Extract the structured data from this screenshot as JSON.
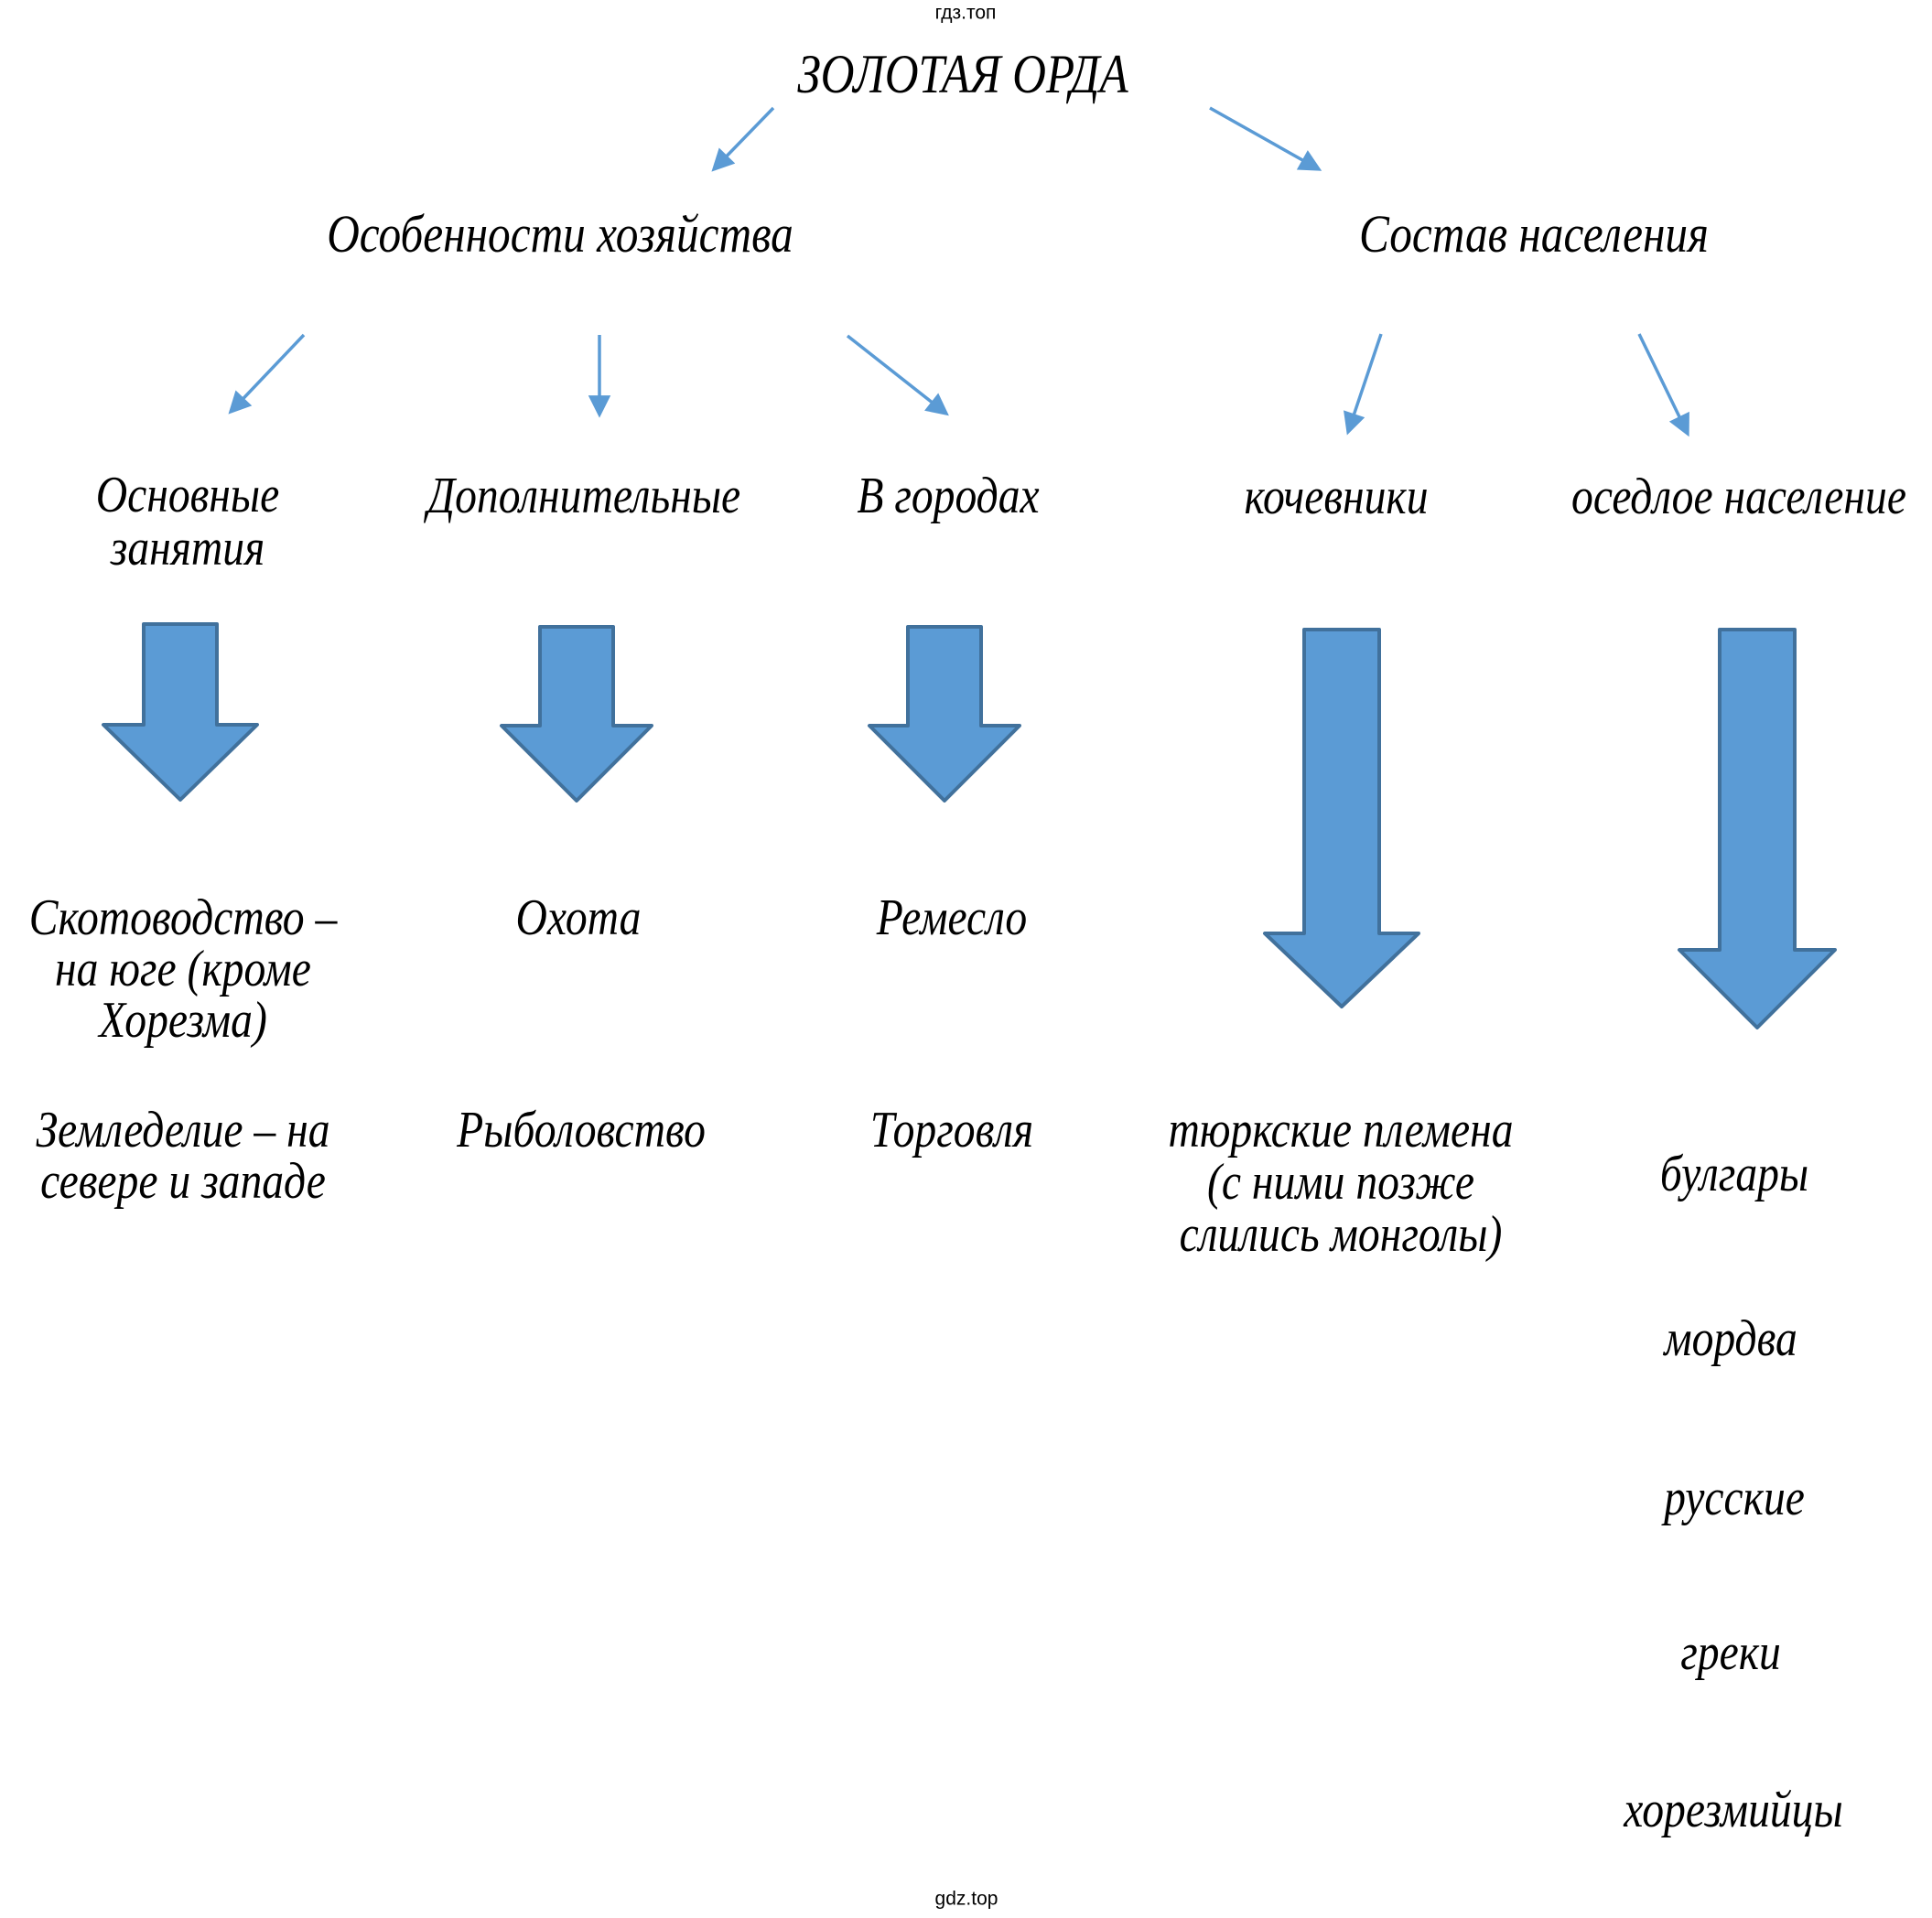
{
  "site": {
    "header": "гдз.топ",
    "footer": "gdz.top"
  },
  "colors": {
    "arrow_fill": "#5b9bd5",
    "arrow_border": "#41719c",
    "connector": "#5b9bd5",
    "text": "#000000",
    "background": "#ffffff"
  },
  "diagram": {
    "title": "ЗОЛОТАЯ ОРДА",
    "branches": {
      "economy": {
        "label": "Особенности хозяйства",
        "children": {
          "main_occupations": {
            "label_lines": [
              "Основные",
              "занятия"
            ],
            "results": {
              "cattle": {
                "lines": [
                  "Скотоводство –",
                  "на юге (кроме",
                  "Хорезма)"
                ]
              },
              "farming": {
                "lines": [
                  "Земледелие – на",
                  "севере и западе"
                ]
              }
            }
          },
          "additional": {
            "label": "Дополнительные",
            "results": {
              "hunting": "Охота",
              "fishing": "Рыболовство"
            }
          },
          "in_cities": {
            "label": "В городах",
            "results": {
              "crafts": "Ремесло",
              "trade": "Торговля"
            }
          }
        }
      },
      "population": {
        "label": "Состав населения",
        "children": {
          "nomads": {
            "label": "кочевники",
            "results": {
              "turkic": {
                "lines": [
                  "тюркские племена",
                  "(с ними позже",
                  "слились монголы)"
                ]
              }
            }
          },
          "settled": {
            "label": "оседлое население",
            "peoples": [
              "булгары",
              "мордва",
              "русские",
              "греки",
              "хорезмийцы"
            ]
          }
        }
      }
    }
  }
}
